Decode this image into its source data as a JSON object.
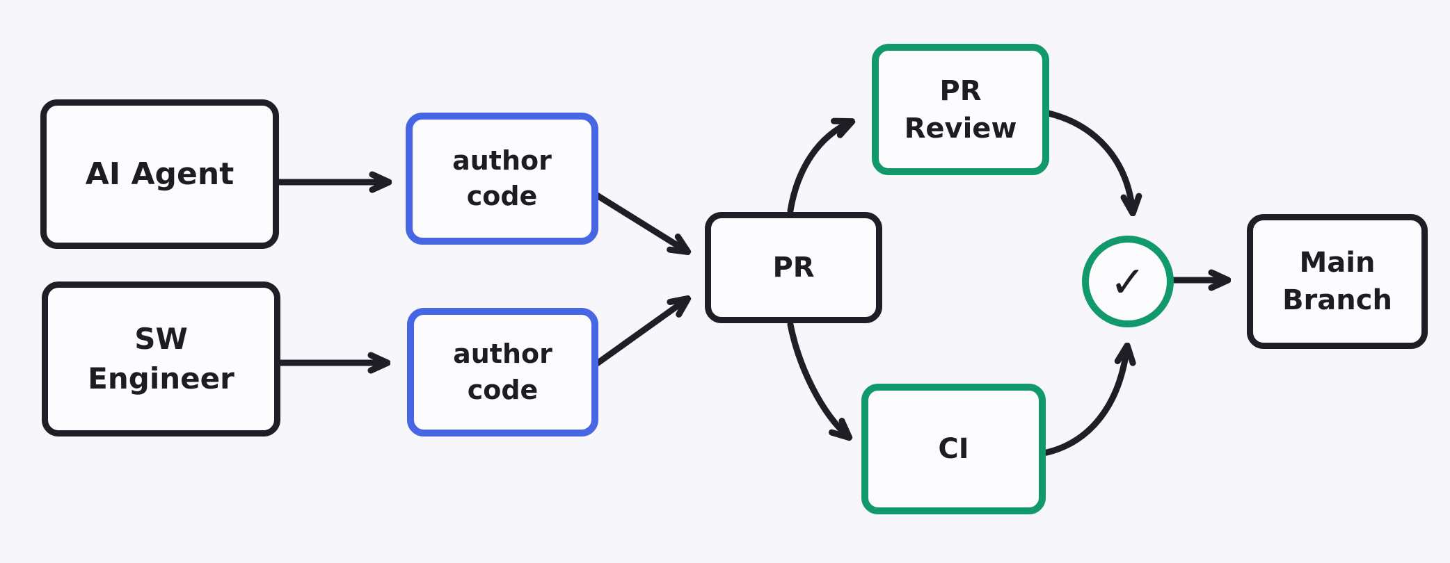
{
  "diagram": {
    "title": "AI agent and engineer code review workflow",
    "background_color": "#f7f7fb",
    "colors": {
      "stroke_black": "#1e1e26",
      "stroke_blue": "#4666e3",
      "stroke_green": "#12996b",
      "text": "#1c1c22"
    },
    "nodes": {
      "ai_agent": {
        "label": "AI Agent",
        "border": "black"
      },
      "sw_engineer": {
        "label": "SW\nEngineer",
        "border": "black"
      },
      "author_top": {
        "label": "author\ncode",
        "border": "blue"
      },
      "author_bottom": {
        "label": "author\ncode",
        "border": "blue"
      },
      "pr": {
        "label": "PR",
        "border": "black"
      },
      "pr_review": {
        "label": "PR\nReview",
        "border": "green"
      },
      "ci": {
        "label": "CI",
        "border": "green"
      },
      "approval": {
        "icon": "✓",
        "border": "green",
        "icon_name": "checkmark-icon"
      },
      "main_branch": {
        "label": "Main\nBranch",
        "border": "black"
      }
    },
    "edges": [
      {
        "from": "AI Agent",
        "to": "author code (top)"
      },
      {
        "from": "SW Engineer",
        "to": "author code (bottom)"
      },
      {
        "from": "author code (top)",
        "to": "PR"
      },
      {
        "from": "author code (bottom)",
        "to": "PR"
      },
      {
        "from": "PR",
        "to": "PR Review"
      },
      {
        "from": "PR",
        "to": "CI"
      },
      {
        "from": "PR Review",
        "to": "approval check"
      },
      {
        "from": "CI",
        "to": "approval check"
      },
      {
        "from": "approval check",
        "to": "Main Branch"
      }
    ]
  }
}
